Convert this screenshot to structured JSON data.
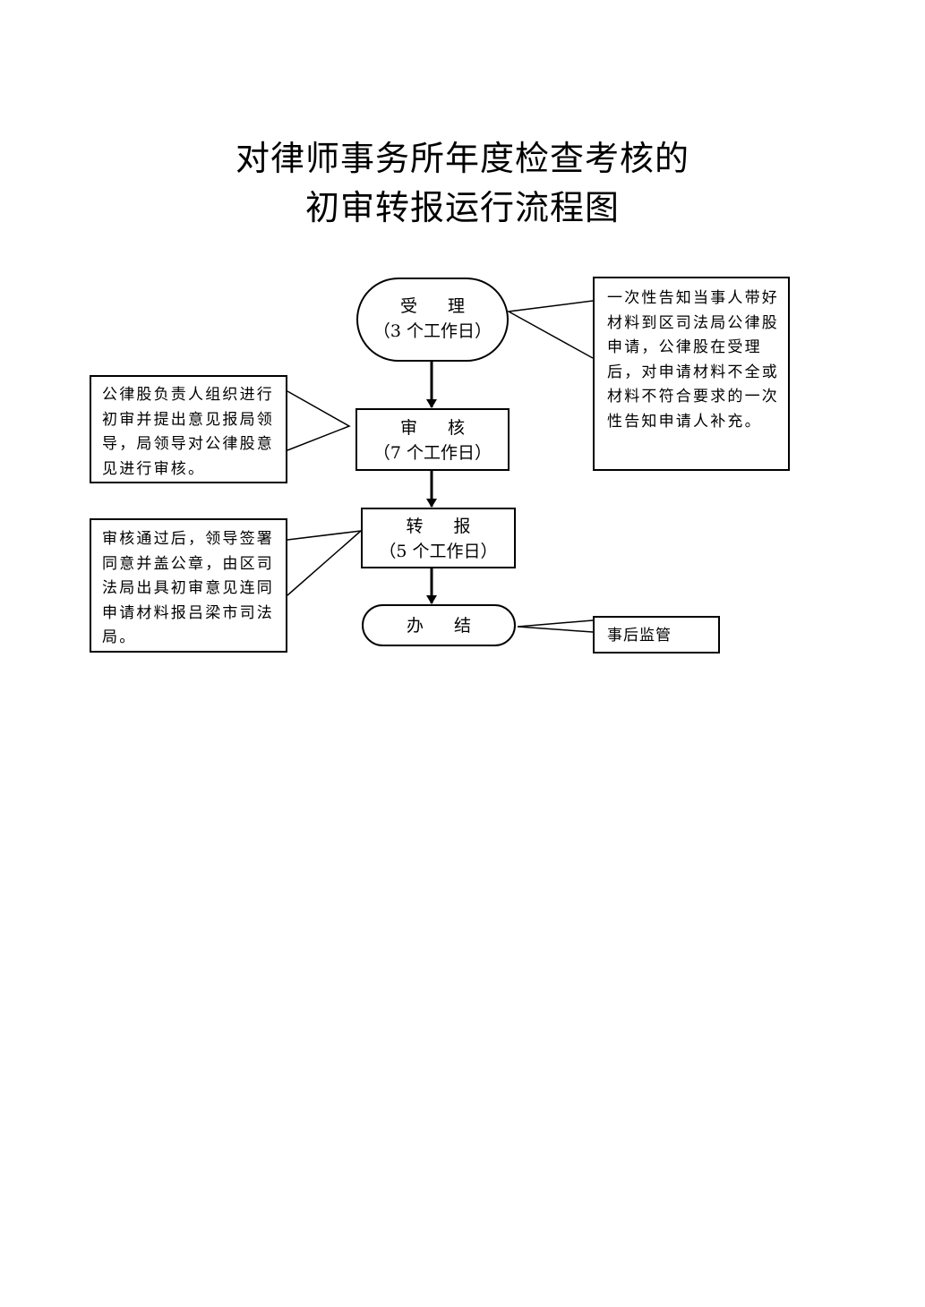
{
  "title": {
    "line1": "对律师事务所年度检查考核的",
    "line2": "初审转报运行流程图"
  },
  "steps": [
    {
      "label": "受 理",
      "duration": "（3 个工作日）"
    },
    {
      "label": "审 核",
      "duration": "（7 个工作日）"
    },
    {
      "label": "转 报",
      "duration": "（5 个工作日）"
    },
    {
      "label": "办 结"
    }
  ],
  "notes": {
    "accept": "一次性告知当事人带好材料到区司法局公律股申请，公律股在受理后，对申请材料不全或材料不符合要求的一次性告知申请人补充。",
    "review": "公律股负责人组织进行初审并提出意见报局领导，局领导对公律股意见进行审核。",
    "report": "审核通过后，领导签署同意并盖公章，由区司法局出具初审意见连同申请材料报吕梁市司法局。",
    "supervise": "事后监管"
  }
}
